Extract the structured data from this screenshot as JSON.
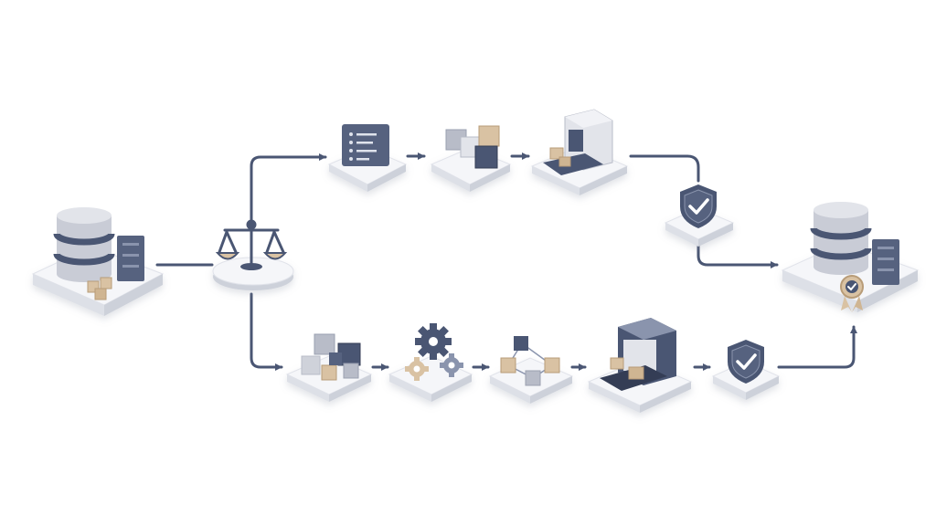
{
  "diagram": {
    "background": "#ffffff",
    "colors": {
      "slate": "#4a5673",
      "slate_dark": "#343d55",
      "platform_top": "#f5f6f9",
      "platform_side": "#d8dbe3",
      "cylinder": "#c9ccd6",
      "cube_tan": "#d9c2a3",
      "cube_grey": "#b8bcc8",
      "arrow": "#4a5673"
    },
    "nodes": [
      {
        "name": "source-database",
        "icon": "database-server-icon"
      },
      {
        "name": "balance-scale",
        "icon": "scale-icon"
      },
      {
        "name": "upper-list-document",
        "icon": "list-document-icon"
      },
      {
        "name": "upper-cubes",
        "icon": "cubes-icon"
      },
      {
        "name": "upper-conveyor-machine",
        "icon": "conveyor-machine-icon"
      },
      {
        "name": "upper-shield",
        "icon": "shield-check-icon"
      },
      {
        "name": "target-database",
        "icon": "database-server-badge-icon"
      },
      {
        "name": "lower-cubes",
        "icon": "cubes-icon"
      },
      {
        "name": "lower-gears",
        "icon": "gears-icon"
      },
      {
        "name": "lower-network",
        "icon": "network-icon"
      },
      {
        "name": "lower-conveyor-machine",
        "icon": "conveyor-machine-icon"
      },
      {
        "name": "lower-shield",
        "icon": "shield-check-icon"
      }
    ]
  }
}
